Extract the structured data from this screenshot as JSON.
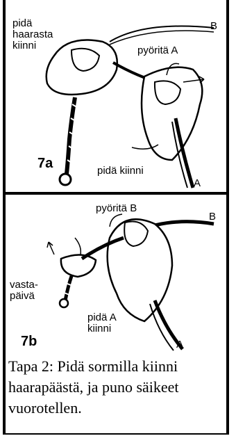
{
  "figure_a": {
    "label": "7a",
    "hold_fork": "pidä\nhaarasta\nkiinni",
    "rotate": "pyöritä A",
    "hold": "pidä kiinni",
    "strand_a": "A",
    "strand_b": "B"
  },
  "figure_b": {
    "label": "7b",
    "rotate": "pyöritä B",
    "counterclockwise": "vasta-\npäivä",
    "hold_a": "pidä A\nkiinni",
    "strand_a": "A",
    "strand_b": "B"
  },
  "caption": "Tapa 2: Pidä sormilla kiinni haarapäästä, ja puno säikeet vuorotellen."
}
